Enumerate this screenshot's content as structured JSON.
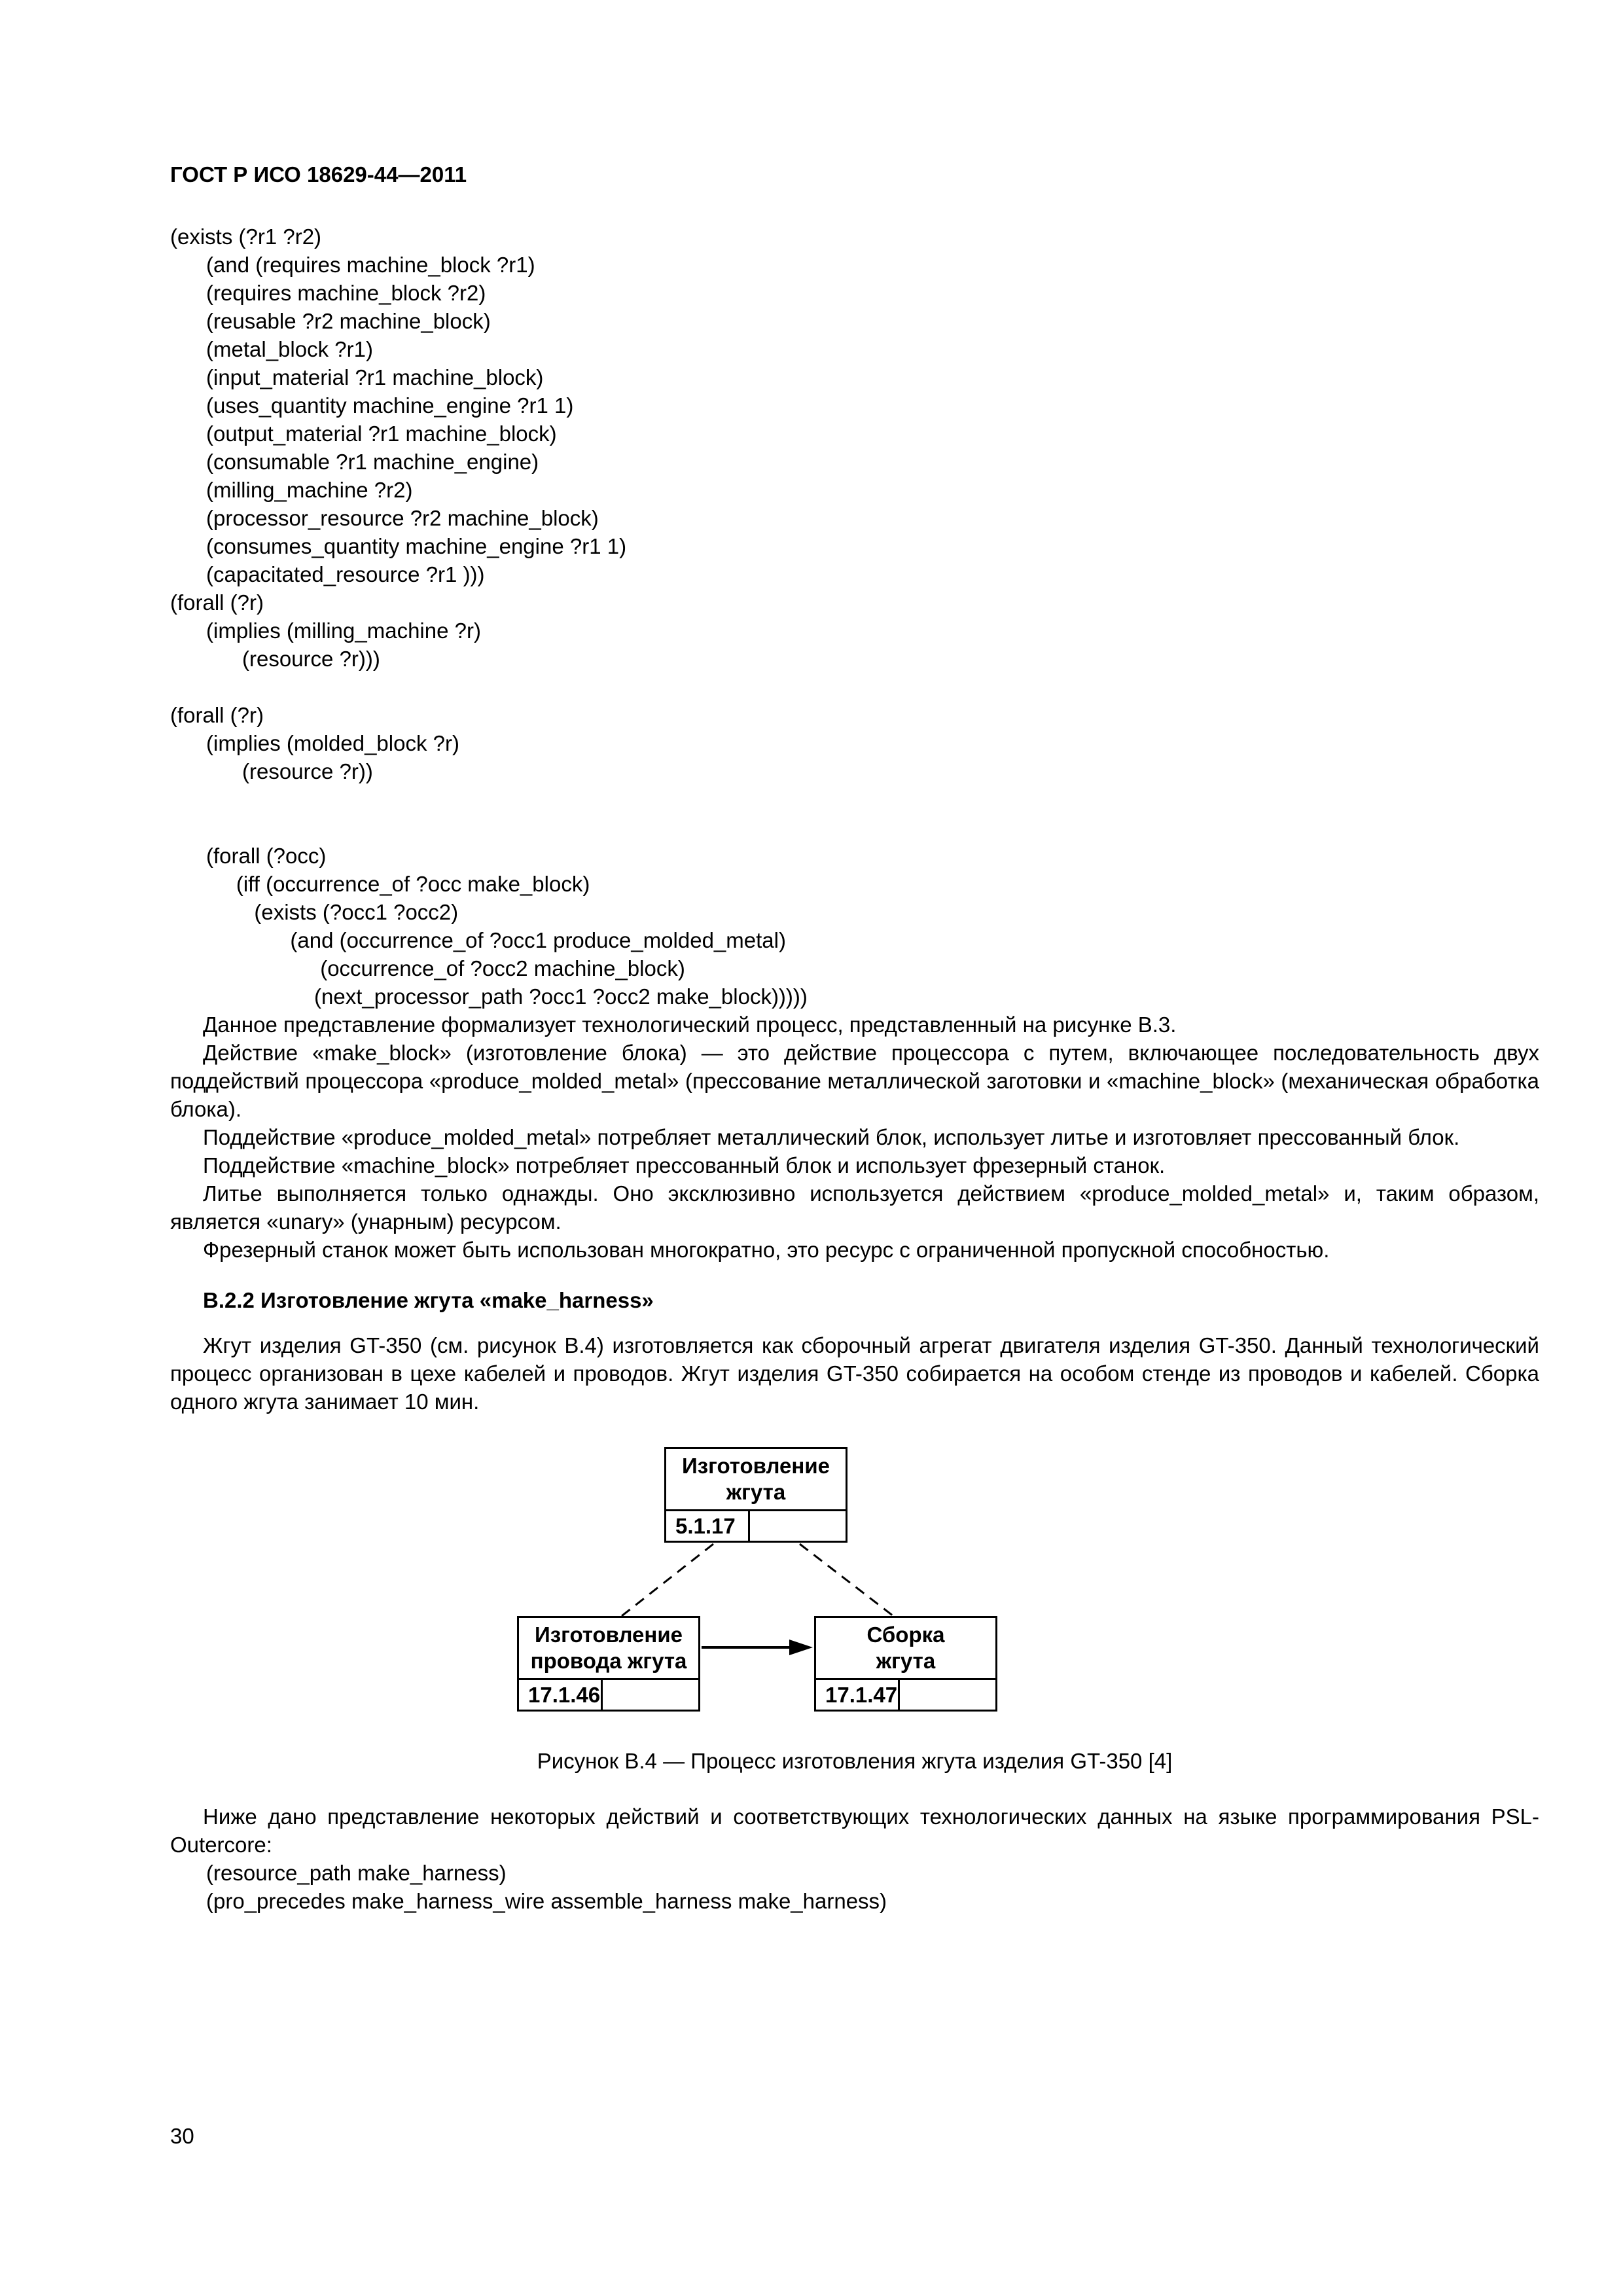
{
  "page": {
    "header": "ГОСТ Р ИСО 18629-44—2011",
    "page_number": "30"
  },
  "code_block_1": {
    "lines": [
      "(exists (?r1 ?r2)",
      "      (and (requires machine_block ?r1)",
      "      (requires machine_block ?r2)",
      "      (reusable ?r2 machine_block)",
      "      (metal_block ?r1)",
      "      (input_material ?r1 machine_block)",
      "      (uses_quantity machine_engine ?r1 1)",
      "      (output_material ?r1 machine_block)",
      "      (consumable ?r1 machine_engine)",
      "      (milling_machine ?r2)",
      "      (processor_resource ?r2 machine_block)",
      "      (consumes_quantity machine_engine ?r1 1)",
      "      (capacitated_resource ?r1 )))",
      "(forall (?r)",
      "      (implies (milling_machine ?r)",
      "            (resource ?r)))",
      "",
      "(forall (?r)",
      "      (implies (molded_block ?r)",
      "            (resource ?r))",
      "",
      "",
      "      (forall (?occ)",
      "           (iff (occurrence_of ?occ make_block)",
      "              (exists (?occ1 ?occ2)",
      "                    (and (occurrence_of ?occ1 produce_molded_metal)",
      "                         (occurrence_of ?occ2 machine_block)",
      "                        (next_processor_path ?occ1 ?occ2 make_block)))))"
    ]
  },
  "paragraphs": {
    "p1": "Данное представление формализует технологический процесс, представленный на рисунке В.3.",
    "p2": "Действие «make_block» (изготовление блока) — это действие процессора с путем, включающее последовательность двух поддействий процессора «produce_molded_metal» (прессование металлической заготовки и «machine_block» (механическая обработка блока).",
    "p3": "Поддействие «produce_molded_metal» потребляет металлический блок, использует литье и изготовляет прессованный блок.",
    "p4": "Поддействие «machine_block» потребляет прессованный блок и использует фрезерный станок.",
    "p5": "Литье выполняется только однажды. Оно эксклюзивно используется действием «produce_molded_metal» и, таким образом, является «unary» (унарным) ресурсом.",
    "p6": "Фрезерный станок может быть использован многократно, это ресурс с ограниченной пропускной способностью."
  },
  "section": {
    "heading": "В.2.2 Изготовление жгута «make_harness»",
    "intro": "Жгут изделия GT-350 (см. рисунок В.4) изготовляется как сборочный агрегат двигателя изделия GT-350. Данный технологический процесс организован в цехе кабелей и проводов. Жгут изделия GT-350 собирается на особом стенде из проводов и кабелей. Сборка одного жгута занимает 10 мин."
  },
  "figure": {
    "caption": "Рисунок В.4 — Процесс изготовления жгута изделия GT-350 [4]",
    "nodes": {
      "top": {
        "line1": "Изготовление",
        "line2": "жгута",
        "number": "5.1.17"
      },
      "left": {
        "line1": "Изготовление",
        "line2": "провода жгута",
        "number": "17.1.46"
      },
      "right": {
        "line1": "Сборка",
        "line2": "жгута",
        "number": "17.1.47"
      }
    }
  },
  "closing": {
    "paragraph": "Ниже дано представление некоторых действий и соответствующих технологических данных на языке программирования PSL-Outercore:",
    "code_lines": [
      "      (resource_path make_harness)",
      "      (pro_precedes make_harness_wire assemble_harness make_harness)"
    ]
  }
}
